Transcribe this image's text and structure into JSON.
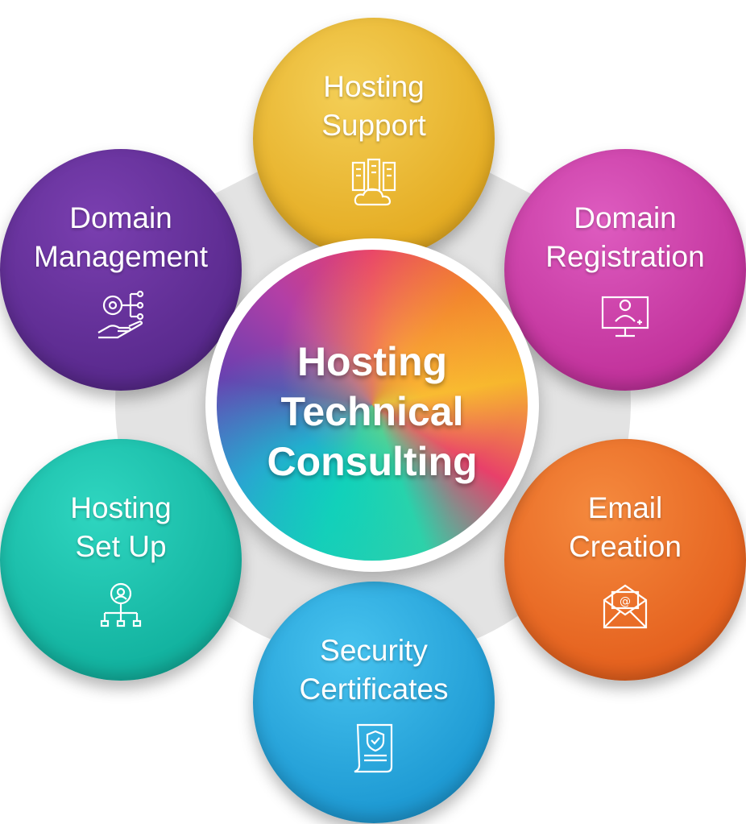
{
  "center": {
    "title_lines": [
      "Hosting",
      "Technical",
      "Consulting"
    ]
  },
  "nodes": [
    {
      "id": "hosting-support",
      "lines": [
        "Hosting",
        "Support"
      ],
      "color": "#e9b93a",
      "icon": "server-cloud-icon"
    },
    {
      "id": "domain-registration",
      "lines": [
        "Domain",
        "Registration"
      ],
      "color": "#c93ba3",
      "icon": "monitor-user-icon"
    },
    {
      "id": "email-creation",
      "lines": [
        "Email",
        "Creation"
      ],
      "color": "#ea6a2b",
      "icon": "envelope-at-icon"
    },
    {
      "id": "security-certificates",
      "lines": [
        "Security",
        "Certificates"
      ],
      "color": "#2aa6da",
      "icon": "certificate-shield-icon"
    },
    {
      "id": "hosting-set-up",
      "lines": [
        "Hosting",
        "Set Up"
      ],
      "color": "#14b8a3",
      "icon": "gear-network-icon"
    },
    {
      "id": "domain-management",
      "lines": [
        "Domain",
        "Management"
      ],
      "color": "#5b2d91",
      "icon": "gear-hand-icon"
    }
  ]
}
